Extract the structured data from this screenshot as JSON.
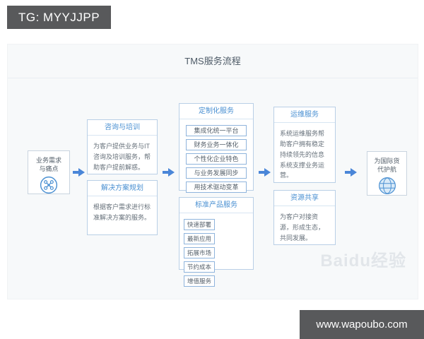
{
  "badges": {
    "top_left": "TG: MYYJJPP",
    "bottom_right": "www.wapoubo.com"
  },
  "panel": {
    "title": "TMS服务流程",
    "watermark": "Baidu经验"
  },
  "flow": {
    "start": {
      "label_line1": "业务需求",
      "label_line2": "与痛点",
      "icon": "network-nodes-icon"
    },
    "consult_group": {
      "title": "咨询与培训",
      "body": "为客户提供业务与IT咨询及培训服务，帮助客户提前解惑。"
    },
    "solution_group": {
      "title": "解决方案规划",
      "body": "根据客户需求进行标准解决方案的服务。"
    },
    "custom_group": {
      "title": "定制化服务",
      "items": [
        "集成化统一平台",
        "财务业务一体化",
        "个性化企业特色",
        "与业务发展同步",
        "用技术驱动变革"
      ]
    },
    "standard_group": {
      "title": "标准产品服务",
      "items": [
        "快速部署",
        "最新应用",
        "拓展市场",
        "节约成本",
        "增值服务"
      ]
    },
    "ops_group": {
      "title": "运维服务",
      "body": "系统运维服务帮助客户拥有稳定持续领先的信息系统支撑业务运营。"
    },
    "share_group": {
      "title": "资源共享",
      "body": "为客户对接资源，形成生态，共同发展。"
    },
    "end": {
      "label_line1": "为国际货",
      "label_line2": "代护航",
      "icon": "globe-badge-icon"
    }
  },
  "colors": {
    "accent_blue": "#4a90d2",
    "arrow_blue": "#4a86d8",
    "bar_gray": "#58595b",
    "panel_bg": "#f7f9fa",
    "border_light": "#b9cfe6"
  }
}
